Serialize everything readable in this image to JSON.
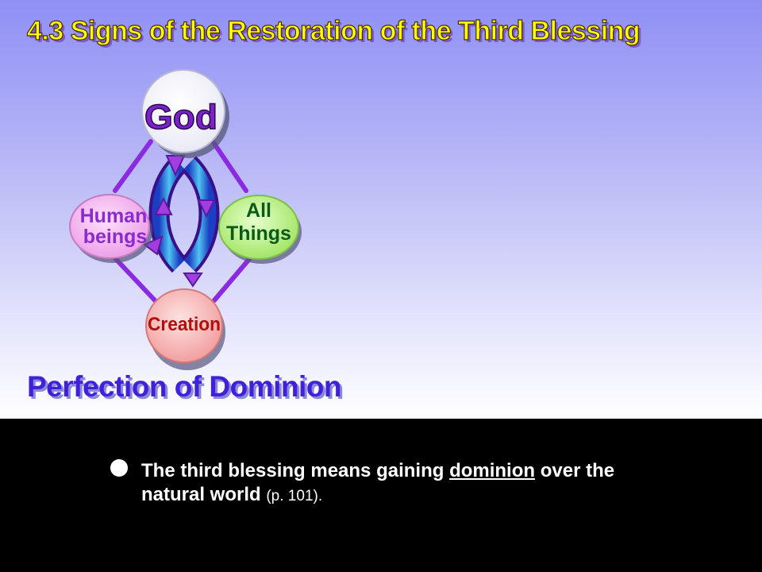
{
  "slide": {
    "title": "4.3  Signs of the Restoration of the Third Blessing",
    "subtitle": "Perfection of Dominion"
  },
  "diagram": {
    "nodes": {
      "god": "God",
      "human_line1": "Human",
      "human_line2": "beings",
      "all_line1": "All",
      "all_line2": "Things",
      "creation": "Creation"
    },
    "colors": {
      "connector": "#8a2be2",
      "god_fill": "#ffffff",
      "god_text": "#7d22c9",
      "human_fill": "#f4b8f0",
      "human_text": "#8a2bd0",
      "all_fill": "#b8f08a",
      "all_text": "#0b5a1a",
      "creation_fill": "#f9b6b6",
      "creation_text": "#b0100c",
      "arrow": "#1f6bd4"
    }
  },
  "bullet": {
    "text_before": "The third blessing means gaining ",
    "underlined": "dominion",
    "text_after": " over the natural world ",
    "reference": "(p. 101)."
  }
}
